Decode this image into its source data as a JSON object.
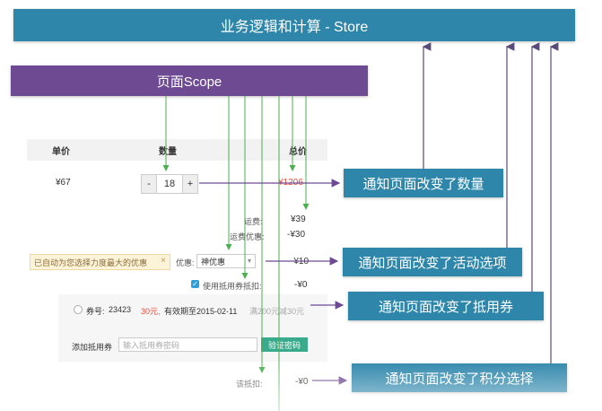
{
  "store": {
    "label": "业务逻辑和计算 - Store"
  },
  "scope": {
    "label": "页面Scope"
  },
  "cart": {
    "headers": {
      "price": "单价",
      "qty": "数量",
      "total": "总价"
    },
    "price": "¥67",
    "qty_minus": "-",
    "qty_value": "18",
    "qty_plus": "+",
    "total": "¥1206",
    "shipping_label": "运费:",
    "shipping_value": "¥39",
    "shipping_discount_label": "运费优惠:",
    "shipping_discount_value": "-¥30",
    "promo_notice": "已自动为您选择力度最大的优惠",
    "promo_close": "×",
    "discount_label": "优惠:",
    "discount_select": "神优惠",
    "discount_value": "-¥10",
    "use_coupon_label": "使用抵用券抵扣:",
    "use_coupon_value": "-¥0",
    "coupon_no_label": "券号:",
    "coupon_no": "23423",
    "coupon_amount": "30元,",
    "coupon_expiry": "有效期至2015-02-11",
    "coupon_condition": "满200元减30元",
    "add_coupon_label": "添加抵用券",
    "add_coupon_placeholder": "输入抵用券密码",
    "verify_button": "验证密码",
    "points_label": "该抵扣:",
    "points_value": "-¥0"
  },
  "notifications": [
    {
      "label": "通知页面改变了数量"
    },
    {
      "label": "通知页面改变了活动选项"
    },
    {
      "label": "通知页面改变了抵用券"
    },
    {
      "label": "通知页面改变了积分选择"
    }
  ],
  "colors": {
    "store": "#2e86ab",
    "scope": "#6e4a92",
    "green_line": "#4caf50",
    "purple_line": "#6e4a92",
    "red_total": "#e74c3c"
  }
}
